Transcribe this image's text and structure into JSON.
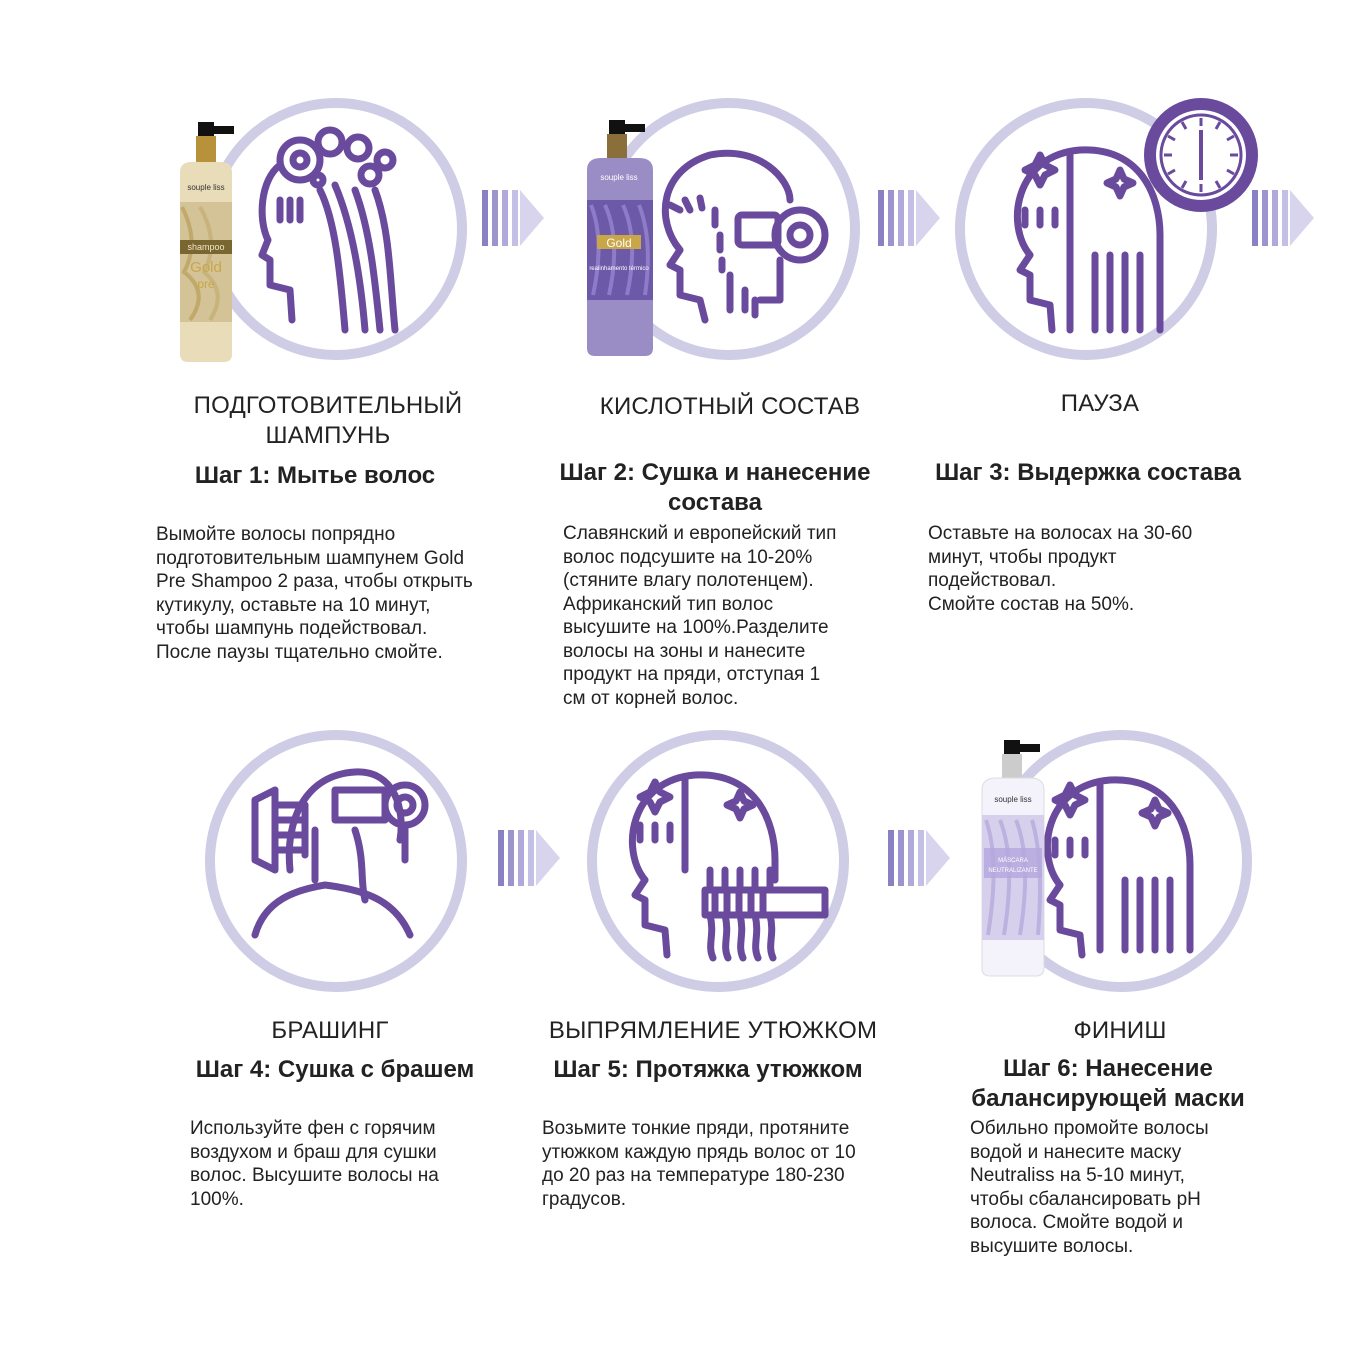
{
  "colors": {
    "purple": "#6a4a9c",
    "lavender": "#cfcce6",
    "arrow_light": "#d8d4ee",
    "arrow_dark": "#8a80c4"
  },
  "steps": [
    {
      "title": "ПОДГОТОВИТЕЛЬНЫЙ\nШАМПУНЬ",
      "step": "Шаг 1: Мытье волос",
      "desc": "Вымойте волосы попрядно\nподготовительным шампунем Gold\nPre Shampoo 2 раза, чтобы открыть\nкутикулу, оставьте на 10 минут,\nчтобы шампунь подействовал.\nПосле паузы тщательно смойте.",
      "icon": "washing-hair-icon",
      "product": {
        "brand": "souple liss",
        "line1": "shampoo",
        "line2": "Gold",
        "line3": "pre"
      }
    },
    {
      "title": "КИСЛОТНЫЙ СОСТАВ",
      "step": "Шаг 2:  Сушка и нанесение\nсостава",
      "desc": "Славянский и европейский тип\nволос подсушите на 10-20%\n(стяните влагу полотенцем).\nАфриканский тип волос\nвысушите на 100%.Разделите\nволосы на зоны и нанесите\nпродукт на пряди, отступая 1\nсм от корней волос.",
      "icon": "hair-dryer-icon",
      "product": {
        "brand": "souple liss",
        "line1": "Gold",
        "line2": "realinhamento térmico"
      }
    },
    {
      "title": "ПАУЗА",
      "step": "Шаг 3: Выдержка состава",
      "desc": "Оставьте на волосах на 30-60\nминут, чтобы продукт\nподействовал.\nСмойте состав на 50%.",
      "icon": "clock-icon"
    },
    {
      "title": "БРАШИНГ",
      "step": "Шаг 4: Сушка с брашем",
      "desc": "Используйте фен с горячим\nвоздухом и браш для сушки\nволос. Высушите волосы на\n100%.",
      "icon": "brushing-icon"
    },
    {
      "title": "ВЫПРЯМЛЕНИЕ УТЮЖКОМ",
      "step": "Шаг  5:  Протяжка утюжком",
      "desc": "Возьмите тонкие пряди, протяните\nутюжком каждую прядь волос от 10\nдо 20 раз на температуре 180-230\nградусов.",
      "icon": "flat-iron-icon"
    },
    {
      "title": "ФИНИШ",
      "step": "Шаг 6: Нанесение\nбалансирующей маски",
      "desc": "Обильно промойте волосы\nводой и нанесите маску\nNeutraliss на 5-10 минут,\nчтобы сбалансировать pH\nволоса. Смойте водой и\nвысушите волосы.",
      "icon": "straight-hair-icon",
      "product": {
        "brand": "souple liss",
        "line1": "MÁSCARA",
        "line2": "NEUTRALIZANTE"
      }
    }
  ]
}
